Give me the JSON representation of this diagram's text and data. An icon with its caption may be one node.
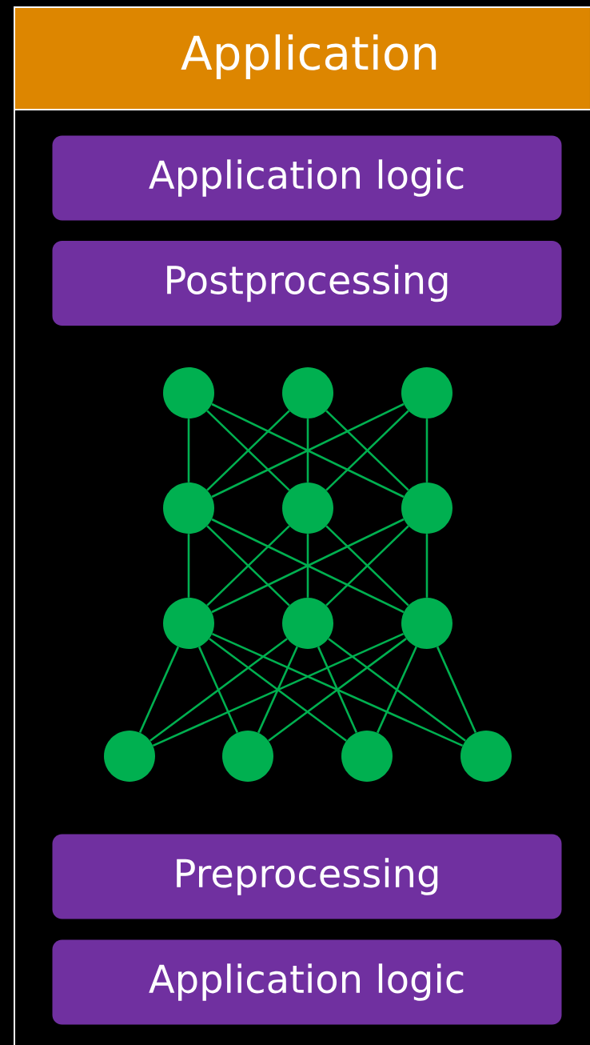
{
  "diagram": {
    "nodes": [
      {
        "text": [
          "Application"
        ]
      },
      {
        "text": [
          "Application logic"
        ],
        "in": 0
      },
      {
        "text": [
          "Postprocessing"
        ],
        "in": 0
      },
      {
        "text": [],
        "shape": "circle",
        "in": 0
      },
      {
        "text": [],
        "shape": "circle",
        "in": 0
      },
      {
        "text": [],
        "shape": "circle",
        "in": 0
      },
      {
        "text": [],
        "shape": "circle",
        "in": 0
      },
      {
        "text": [],
        "shape": "circle",
        "in": 0
      },
      {
        "text": [],
        "shape": "circle",
        "in": 0
      },
      {
        "text": [],
        "shape": "circle",
        "in": 0
      },
      {
        "text": [],
        "shape": "circle",
        "in": 0
      },
      {
        "text": [],
        "shape": "circle",
        "in": 0
      },
      {
        "text": [],
        "shape": "circle",
        "in": 0
      },
      {
        "text": [],
        "shape": "circle",
        "in": 0
      },
      {
        "text": [],
        "shape": "circle",
        "in": 0
      },
      {
        "text": [],
        "shape": "circle",
        "in": 0
      },
      {
        "text": [
          "Preprocessing"
        ],
        "in": 0
      },
      {
        "text": [
          "Application logic"
        ],
        "in": 0
      }
    ],
    "edges": [
      {
        "from": 3,
        "to": 6,
        "arrow": "none"
      },
      {
        "from": 3,
        "to": 7,
        "arrow": "none"
      },
      {
        "from": 3,
        "to": 8,
        "arrow": "none"
      },
      {
        "from": 4,
        "to": 6,
        "arrow": "none"
      },
      {
        "from": 4,
        "to": 7,
        "arrow": "none"
      },
      {
        "from": 4,
        "to": 8,
        "arrow": "none"
      },
      {
        "from": 5,
        "to": 6,
        "arrow": "none"
      },
      {
        "from": 5,
        "to": 7,
        "arrow": "none"
      },
      {
        "from": 5,
        "to": 8,
        "arrow": "none"
      },
      {
        "from": 6,
        "to": 9,
        "arrow": "none"
      },
      {
        "from": 6,
        "to": 10,
        "arrow": "none"
      },
      {
        "from": 6,
        "to": 11,
        "arrow": "none"
      },
      {
        "from": 7,
        "to": 9,
        "arrow": "none"
      },
      {
        "from": 7,
        "to": 10,
        "arrow": "none"
      },
      {
        "from": 7,
        "to": 11,
        "arrow": "none"
      },
      {
        "from": 8,
        "to": 9,
        "arrow": "none"
      },
      {
        "from": 8,
        "to": 10,
        "arrow": "none"
      },
      {
        "from": 8,
        "to": 11,
        "arrow": "none"
      },
      {
        "from": 9,
        "to": 12,
        "arrow": "none"
      },
      {
        "from": 9,
        "to": 13,
        "arrow": "none"
      },
      {
        "from": 9,
        "to": 14,
        "arrow": "none"
      },
      {
        "from": 9,
        "to": 15,
        "arrow": "none"
      },
      {
        "from": 10,
        "to": 12,
        "arrow": "none"
      },
      {
        "from": 10,
        "to": 13,
        "arrow": "none"
      },
      {
        "from": 10,
        "to": 14,
        "arrow": "none"
      },
      {
        "from": 10,
        "to": 15,
        "arrow": "none"
      },
      {
        "from": 11,
        "to": 12,
        "arrow": "none"
      },
      {
        "from": 11,
        "to": 13,
        "arrow": "none"
      },
      {
        "from": 11,
        "to": 14,
        "arrow": "none"
      },
      {
        "from": 11,
        "to": 15,
        "arrow": "none"
      }
    ]
  }
}
